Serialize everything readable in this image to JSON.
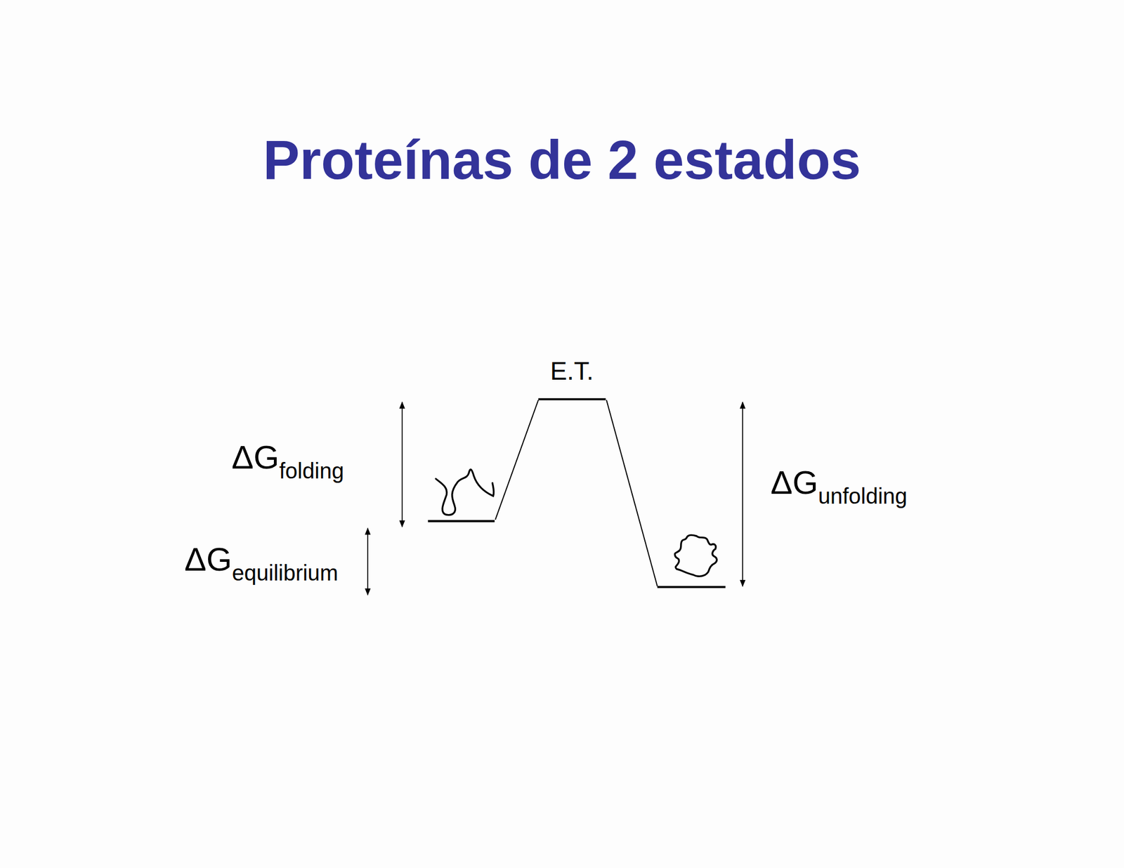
{
  "diagram": {
    "title": "Proteínas de 2 estados",
    "labels": [
      "E.T.",
      "ΔG",
      "folding",
      "ΔG",
      "equilibrium",
      "ΔG",
      "unfolding"
    ]
  }
}
